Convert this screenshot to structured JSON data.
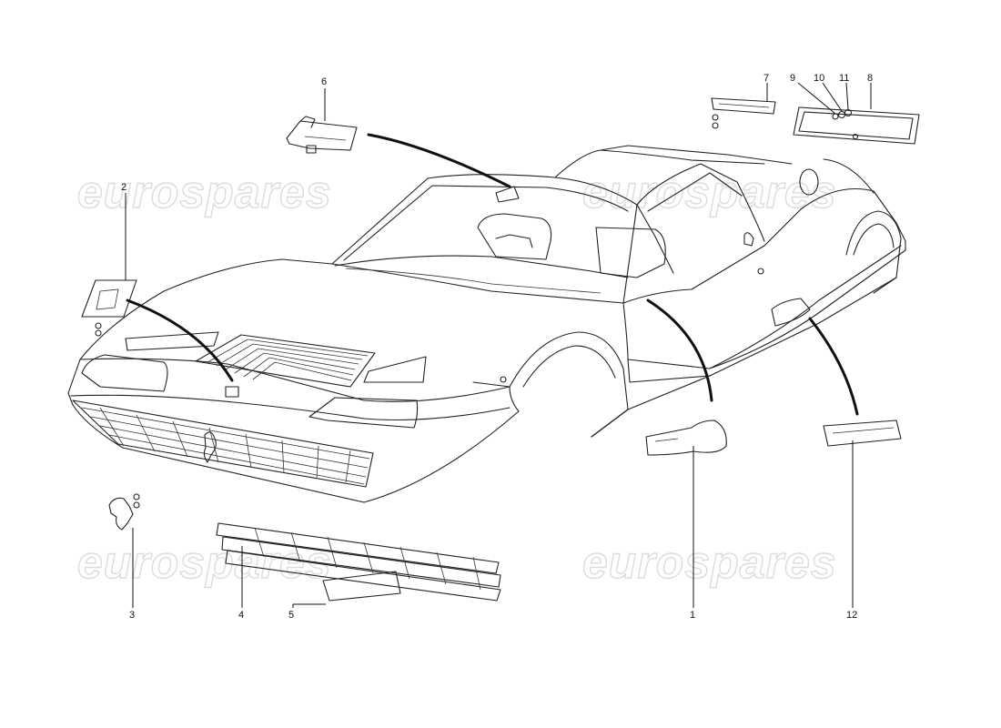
{
  "watermark": {
    "text": "eurospares",
    "color": "#dcdcdc"
  },
  "callouts": {
    "c1": "1",
    "c2": "2",
    "c3": "3",
    "c4": "4",
    "c5": "5",
    "c6": "6",
    "c7": "7",
    "c8": "8",
    "c9": "9",
    "c10": "10",
    "c11": "11",
    "c12": "12"
  },
  "colors": {
    "line": "#222222",
    "background": "#ffffff"
  }
}
